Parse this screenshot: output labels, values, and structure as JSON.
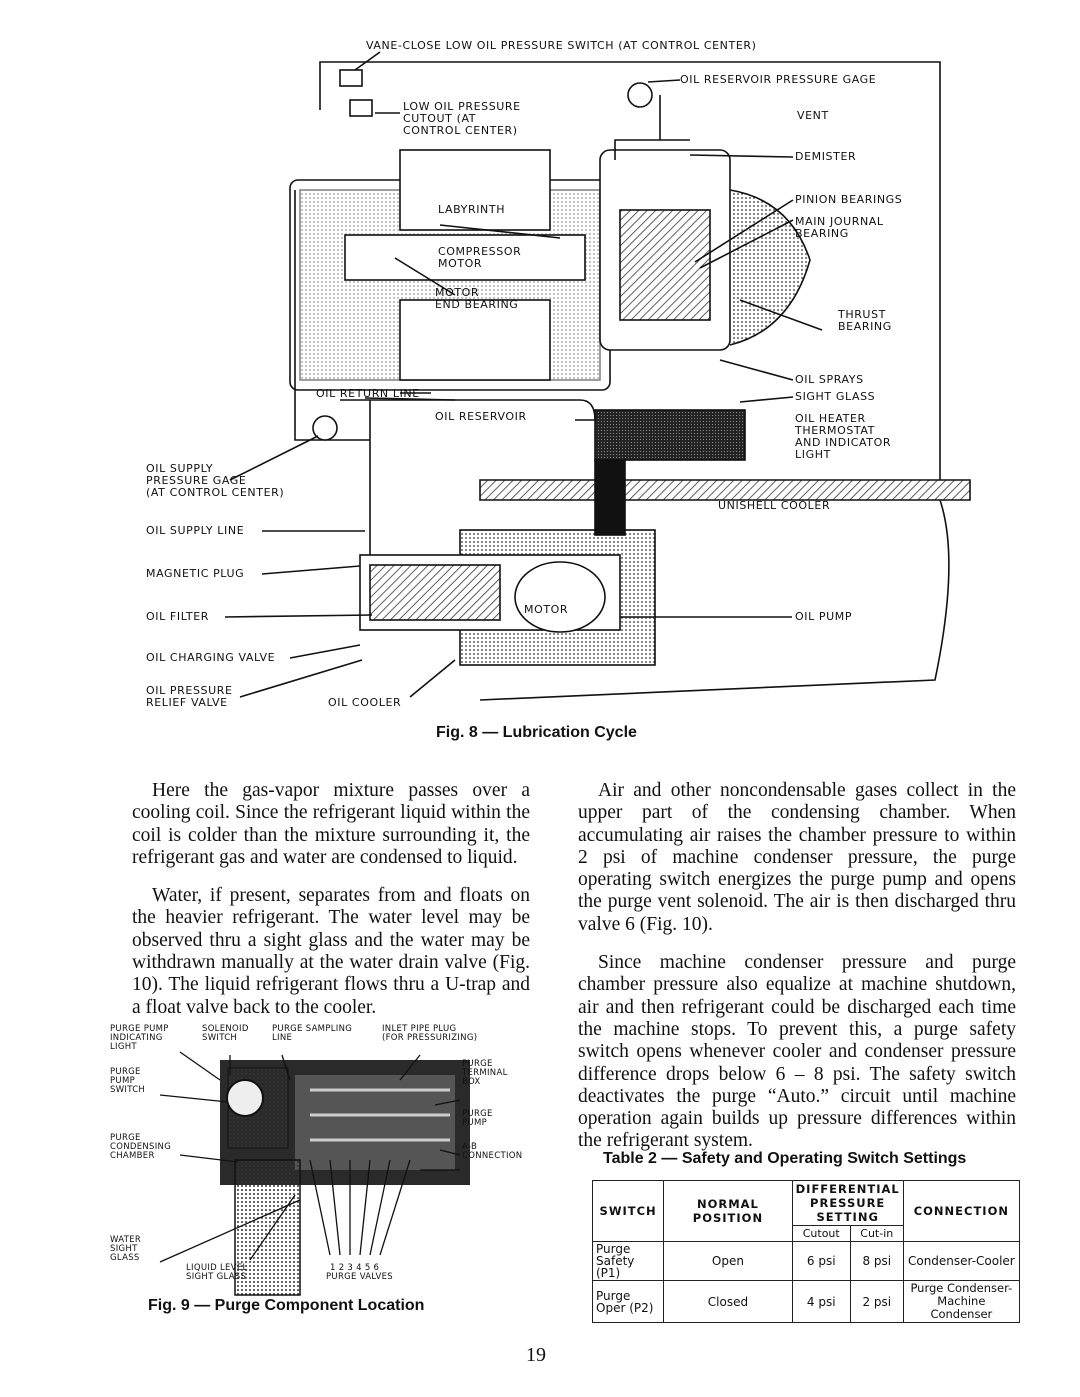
{
  "fig8": {
    "labels": {
      "vane_close": "VANE-CLOSE LOW OIL PRESSURE SWITCH (AT CONTROL CENTER)",
      "oil_reservoir_gage": "OIL RESERVOIR PRESSURE GAGE",
      "low_oil_pressure": "LOW OIL PRESSURE\nCUTOUT (AT\nCONTROL CENTER)",
      "vent": "VENT",
      "demister": "DEMISTER",
      "pinion_bearings": "PINION BEARINGS",
      "main_journal": "MAIN JOURNAL\nBEARING",
      "labyrinth": "LABYRINTH",
      "compressor_motor": "COMPRESSOR\nMOTOR",
      "motor_end_bearing": "MOTOR\nEND BEARING",
      "thrust_bearing": "THRUST\nBEARING",
      "oil_sprays": "OIL SPRAYS",
      "sight_glass": "SIGHT GLASS",
      "oil_return_line": "OIL RETURN LINE",
      "oil_reservoir": "OIL RESERVOIR",
      "oil_heater": "OIL HEATER\nTHERMOSTAT\nAND INDICATOR\nLIGHT",
      "oil_supply_gage": "OIL SUPPLY\nPRESSURE GAGE\n(AT CONTROL CENTER)",
      "unishell_cooler": "UNISHELL COOLER",
      "oil_supply_line": "OIL SUPPLY LINE",
      "magnetic_plug": "MAGNETIC PLUG",
      "oil_filter": "OIL FILTER",
      "motor": "MOTOR",
      "oil_pump": "OIL PUMP",
      "oil_charging_valve": "OIL CHARGING VALVE",
      "oil_pressure_relief": "OIL PRESSURE\nRELIEF VALVE",
      "oil_cooler": "OIL COOLER"
    },
    "caption": "Fig. 8 — Lubrication Cycle"
  },
  "left_text": {
    "p1": "Here the gas-vapor mixture passes over a cooling coil. Since the refrigerant liquid within the coil is colder than the mixture surrounding it, the refrigerant gas and water are condensed to liquid.",
    "p2": "Water, if present, separates from and floats on the heavier refrigerant. The water level may be observed thru a sight glass and the water may be withdrawn manually at the water drain valve (Fig. 10). The liquid refrigerant flows thru a U-trap and a float valve back to the cooler."
  },
  "fig9": {
    "labels": {
      "purge_pump_light": "PURGE PUMP\nINDICATING\nLIGHT",
      "solenoid_switch": "SOLENOID\nSWITCH",
      "purge_sampling": "PURGE SAMPLING\nLINE",
      "inlet_pipe_plug": "INLET PIPE PLUG\n(FOR PRESSURIZING)",
      "purge_pump_switch": "PURGE\nPUMP\nSWITCH",
      "purge_terminal_box": "PURGE\nTERMINAL\nBOX",
      "purge_pump": "PURGE\nPUMP",
      "purge_condensing": "PURGE\nCONDENSING\nCHAMBER",
      "ab_connection": "A-B\nCONNECTION",
      "water_sight_glass": "WATER\nSIGHT\nGLASS",
      "liquid_level": "LIQUID LEVEL\nSIGHT GLASS",
      "purge_valves_nums": "1 2 3 4 5 6",
      "purge_valves": "PURGE VALVES"
    },
    "caption": "Fig. 9 — Purge Component Location"
  },
  "right_text": {
    "p1": "Air and other noncondensable gases collect in the upper part of the condensing chamber. When accumulating air raises the chamber pressure to within 2 psi of machine condenser pressure, the purge operating switch energizes the purge pump and opens the purge vent solenoid. The air is then discharged thru valve 6 (Fig. 10).",
    "p2": "Since machine condenser pressure and purge chamber pressure also equalize at machine shutdown, air and then refrigerant could be discharged each time the machine stops. To prevent this, a purge safety switch opens whenever cooler and condenser pressure difference drops below 6 – 8 psi. The safety switch deactivates the purge “Auto.” circuit until machine operation again builds up pressure differences within the refrigerant system."
  },
  "table2": {
    "caption": "Table 2 — Safety and Operating Switch Settings",
    "headers": {
      "switch": "SWITCH",
      "normal_position": "NORMAL POSITION",
      "differential": "DIFFERENTIAL",
      "pressure": "PRESSURE",
      "setting": "SETTING",
      "cutout": "Cutout",
      "cutin": "Cut-in",
      "connection": "CONNECTION"
    },
    "rows": [
      {
        "switch_a": "Purge",
        "switch_b": "Safety (P1)",
        "position": "Open",
        "cutout": "6 psi",
        "cutin": "8 psi",
        "connection": "Condenser-Cooler"
      },
      {
        "switch_a": "Purge",
        "switch_b": "Oper (P2)",
        "position": "Closed",
        "cutout": "4 psi",
        "cutin": "2 psi",
        "connection": "Purge Condenser-\nMachine Condenser"
      }
    ]
  },
  "page_number": "19"
}
